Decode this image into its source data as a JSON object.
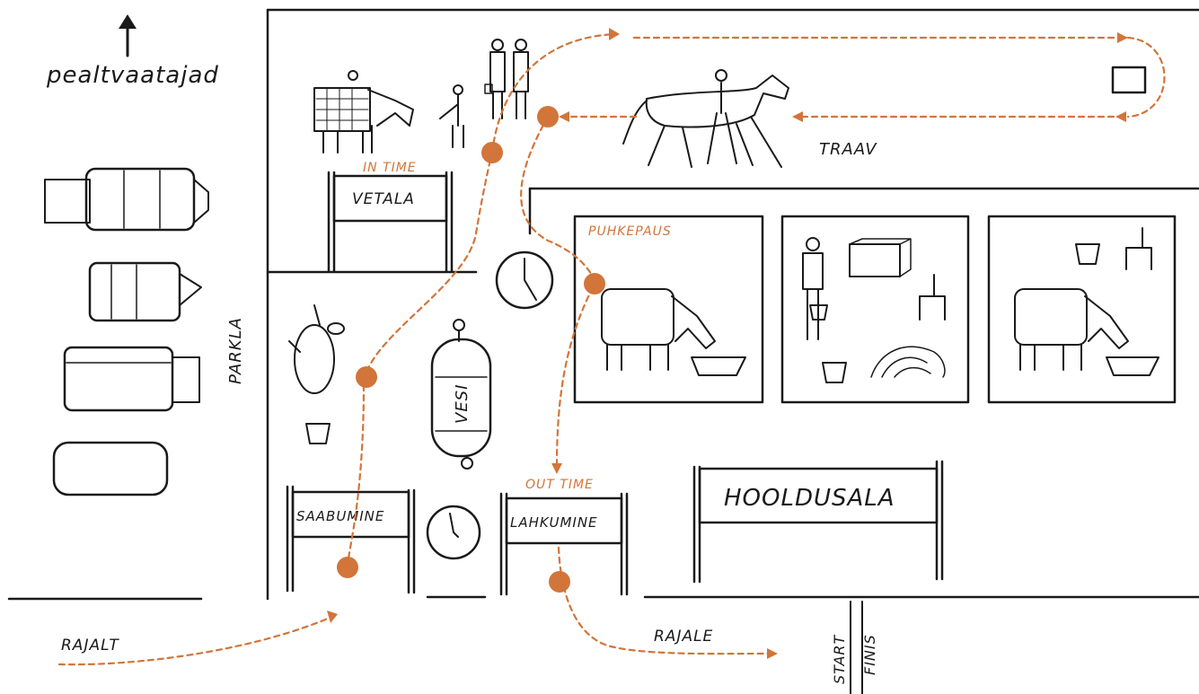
{
  "labels": {
    "spectators": "pealtvaatajad",
    "parking": "PARKLA",
    "trot": "TRAAV",
    "in_time": "IN TIME",
    "inspection_area": "VETALA",
    "rest_stop": "PUHKEPAUS",
    "water": "VESI",
    "out_time": "OUT TIME",
    "arrival": "SAABUMINE",
    "departure": "LAHKUMINE",
    "care_area": "HOOLDUSALA",
    "from_course": "RAJALT",
    "to_course": "RAJALE",
    "start": "START",
    "finish": "FINIŠ"
  },
  "colors": {
    "route": "#d2753a",
    "ink": "#1a1a1a"
  },
  "icons": [
    "north-arrow-icon",
    "car-icon",
    "horse-blanket-icon",
    "person-icon",
    "clock-icon",
    "water-tank-icon",
    "bucket-icon",
    "chair-icon",
    "hay-icon",
    "box-icon"
  ]
}
